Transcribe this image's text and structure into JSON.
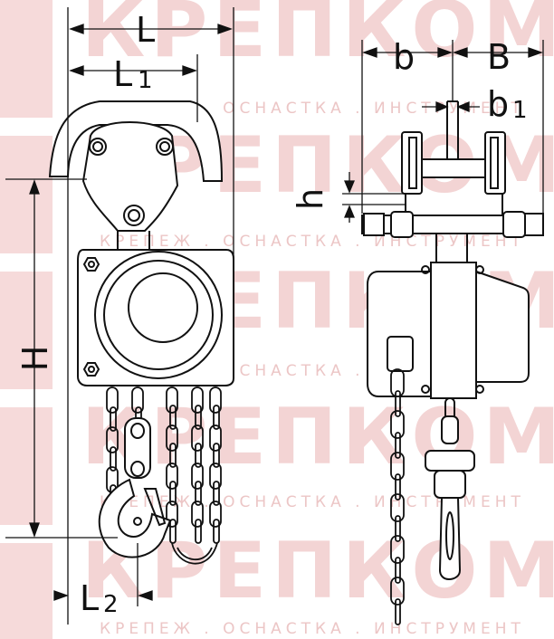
{
  "watermark": {
    "brand": "КРЕПКОМ",
    "tagline": "КРЕПЕЖ . ОСНАСТКА . ИНСТРУМЕНТ"
  },
  "dimensions": {
    "L": "L",
    "L1": "L",
    "L1_sub": "1",
    "H": "H",
    "L2": "L",
    "L2_sub": "2",
    "b": "b",
    "B": "B",
    "b1": "b",
    "b1_sub": "1",
    "h": "h"
  },
  "colors": {
    "line": "#111111",
    "watermark": "#f3d4d4"
  }
}
